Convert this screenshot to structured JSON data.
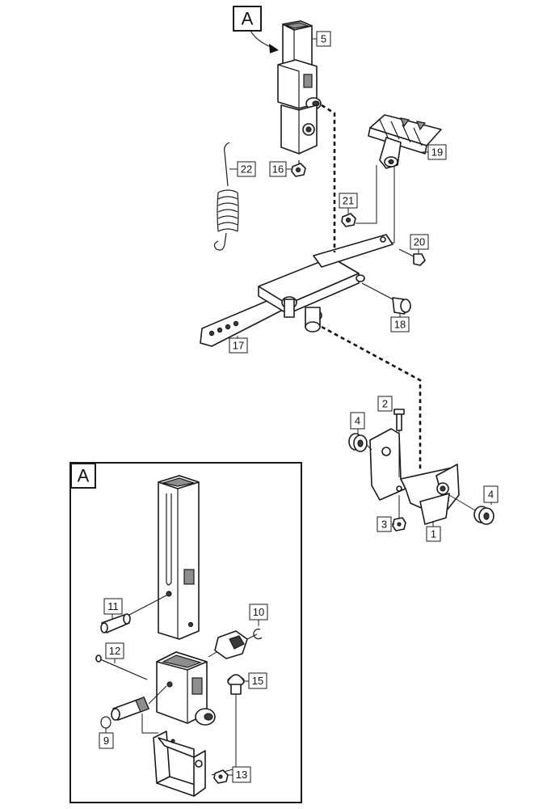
{
  "detail_label": "A",
  "callouts": {
    "c1": "1",
    "c2": "2",
    "c3": "3",
    "c4a": "4",
    "c4b": "4",
    "c5": "5",
    "c9": "9",
    "c10": "10",
    "c11": "11",
    "c12": "12",
    "c13": "13",
    "c15": "15",
    "c16": "16",
    "c17": "17",
    "c18": "18",
    "c19": "19",
    "c20": "20",
    "c21": "21",
    "c22": "22"
  }
}
